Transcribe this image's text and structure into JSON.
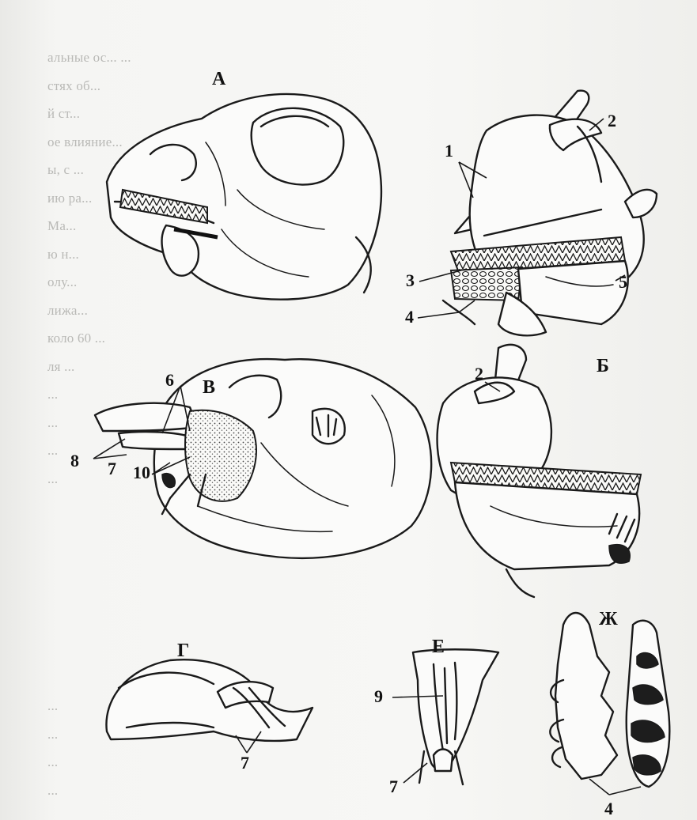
{
  "background_text": {
    "top_lines": [
      "альные ос... ...",
      "стях об...",
      "й ст...",
      "ое влияние...",
      "ы, с ...",
      "ию ра...",
      "Ма...",
      "ю н...",
      "олу...",
      "лижа...",
      "коло 60 ...",
      "ля ...",
      "...",
      "...",
      "...",
      "..."
    ],
    "bottom_lines": [
      "...",
      "...",
      "...",
      "..."
    ]
  },
  "figure": {
    "panel_letters": {
      "A": "А",
      "B_right": "Б",
      "V": "В",
      "G": "Г",
      "E": "Е",
      "ZH": "Ж"
    },
    "numbers": {
      "n1": "1",
      "n2a": "2",
      "n3": "3",
      "n4a": "4",
      "n5": "5",
      "n6": "6",
      "n2b": "2",
      "n8": "8",
      "n7a": "7",
      "n10": "10",
      "n9": "9",
      "n7b": "7",
      "n7c": "7",
      "n4b": "4"
    }
  }
}
